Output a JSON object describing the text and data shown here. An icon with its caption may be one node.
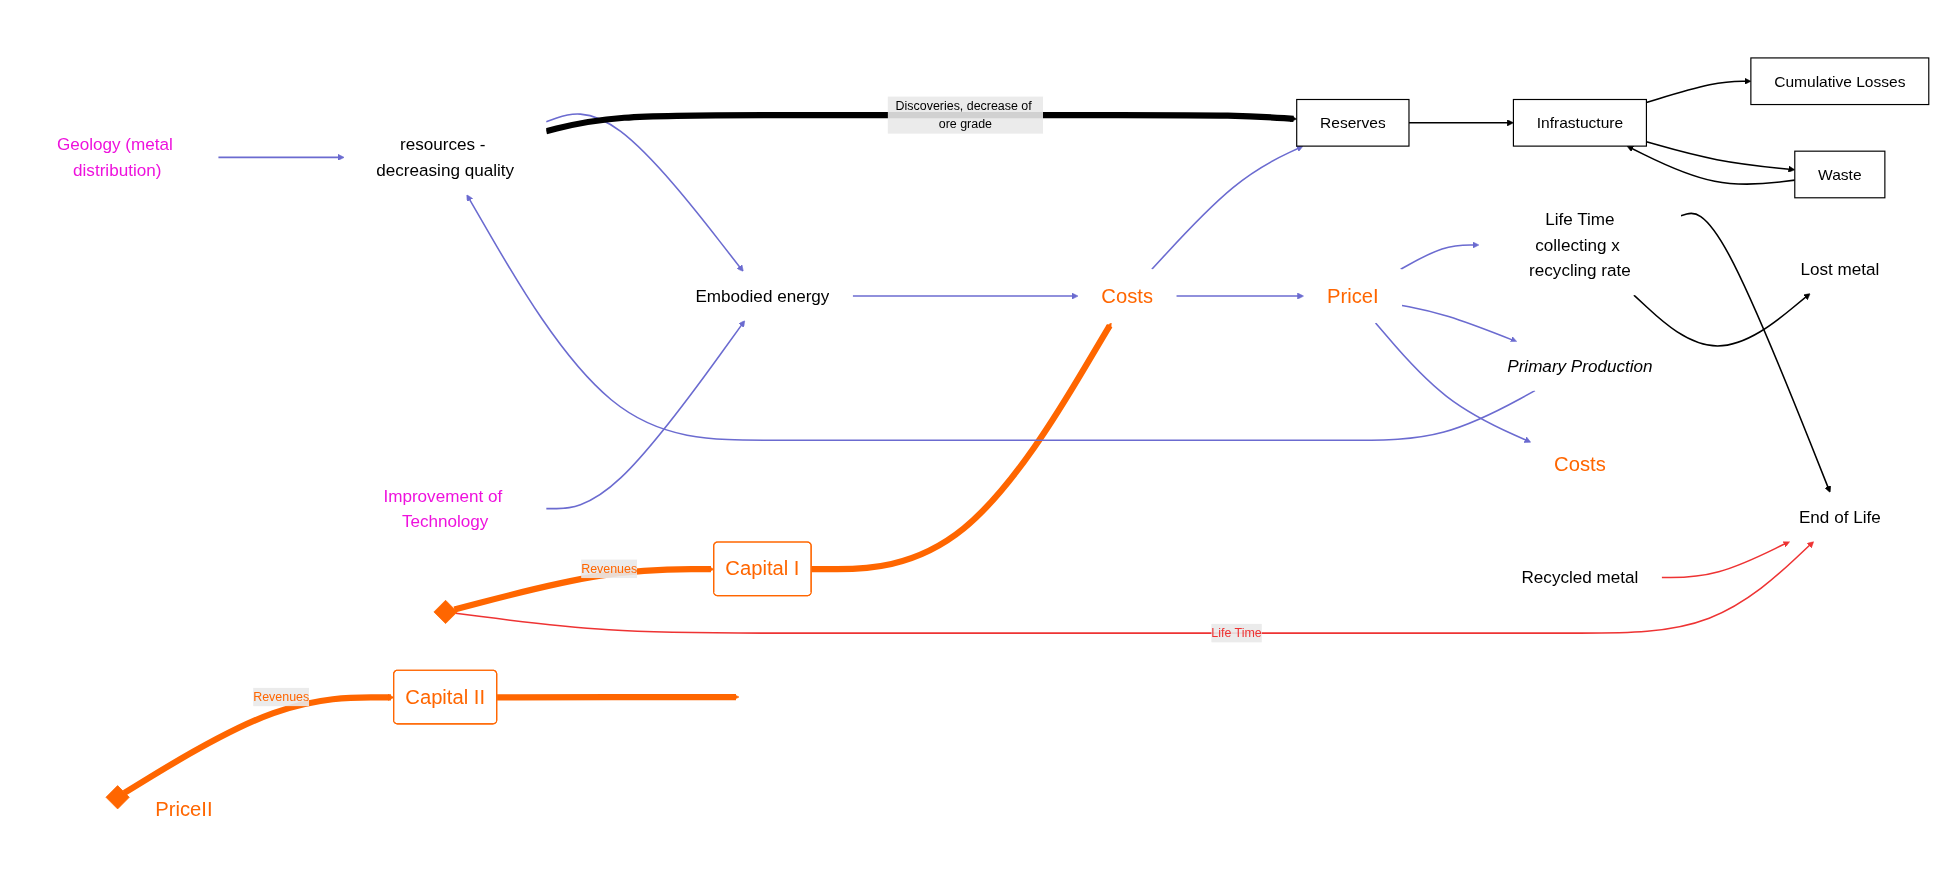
{
  "diagram": {
    "nodes": [
      {
        "text": [
          "Improvement of Technology"
        ]
      },
      {
        "text": [
          "Embodied energy"
        ]
      },
      {
        "text": [
          "Costs"
        ]
      },
      {
        "text": [
          "Capital I"
        ]
      },
      {
        "text": [
          "resources - decreasing quality"
        ]
      },
      {
        "text": [
          "Reserves"
        ]
      },
      {
        "text": [
          "PriceI"
        ]
      },
      {
        "text": [],
        "shape": "diamond"
      },
      {
        "text": [
          "Primary Production"
        ]
      },
      {
        "text": [
          "Cumulative Losses"
        ]
      },
      {
        "text": [
          "Life Time",
          "collecting x recycling rate"
        ]
      },
      {
        "text": [
          "Infrastucture"
        ]
      },
      {
        "text": [
          "End of Life"
        ]
      },
      {
        "text": [
          "Waste"
        ]
      },
      {
        "text": [],
        "shape": "diamond",
        "beside": [
          "PriceII"
        ]
      },
      {
        "text": [
          "Costs"
        ]
      },
      {
        "text": [
          "Capital II"
        ]
      },
      {
        "text": [
          "Recycled metal"
        ]
      },
      {
        "text": [
          "Geology (metal distribution)"
        ]
      },
      {
        "text": [
          "Lost metal"
        ]
      }
    ],
    "edges": [
      {
        "from": 0,
        "to": 1,
        "arrow": "to"
      },
      {
        "from": 4,
        "to": 1,
        "arrow": "to"
      },
      {
        "from": 1,
        "to": 2,
        "arrow": "to"
      },
      {
        "from": 2,
        "to": 5,
        "arrow": "to"
      },
      {
        "from": 2,
        "to": 6,
        "arrow": "to"
      },
      {
        "from": 3,
        "to": 2,
        "arrow": "to",
        "style": "thick",
        "color": "#ff6600"
      },
      {
        "from": 7,
        "to": 3,
        "arrow": "to",
        "label": "Revenues",
        "style": "thick",
        "color": "#ff6600"
      },
      {
        "from": 6,
        "to": 10,
        "arrow": "to"
      },
      {
        "from": 6,
        "to": 8,
        "arrow": "to"
      },
      {
        "from": 6,
        "to": 15,
        "arrow": "to"
      },
      {
        "from": 8,
        "to": 4,
        "arrow": "to"
      },
      {
        "from": 18,
        "to": 4,
        "arrow": "to"
      },
      {
        "from": 4,
        "to": 5,
        "arrow": "to",
        "label": "Discoveries, decrease of ore grade",
        "style": "thick",
        "color": "#000000"
      },
      {
        "from": 5,
        "to": 11,
        "arrow": "to",
        "color": "#000000"
      },
      {
        "from": 11,
        "to": 9,
        "arrow": "to",
        "color": "#000000"
      },
      {
        "from": 11,
        "to": 13,
        "arrow": "to",
        "color": "#000000"
      },
      {
        "from": 10,
        "to": 12,
        "arrow": "to",
        "color": "#000000"
      },
      {
        "from": 10,
        "to": 19,
        "arrow": "to",
        "color": "#000000"
      },
      {
        "from": 13,
        "to": 11,
        "arrow": "to",
        "color": "#000000"
      },
      {
        "from": 7,
        "to": 12,
        "arrow": "to",
        "label": "Life Time",
        "color": "#ee3333"
      },
      {
        "from": 17,
        "to": 12,
        "arrow": "to",
        "color": "#ee3333"
      },
      {
        "from": 14,
        "to": 16,
        "arrow": "to",
        "label": "Revenues",
        "style": "thick",
        "color": "#ff6600"
      },
      {
        "from": 16,
        "to": null,
        "arrow": "to",
        "style": "thick",
        "color": "#ff6600"
      }
    ]
  }
}
